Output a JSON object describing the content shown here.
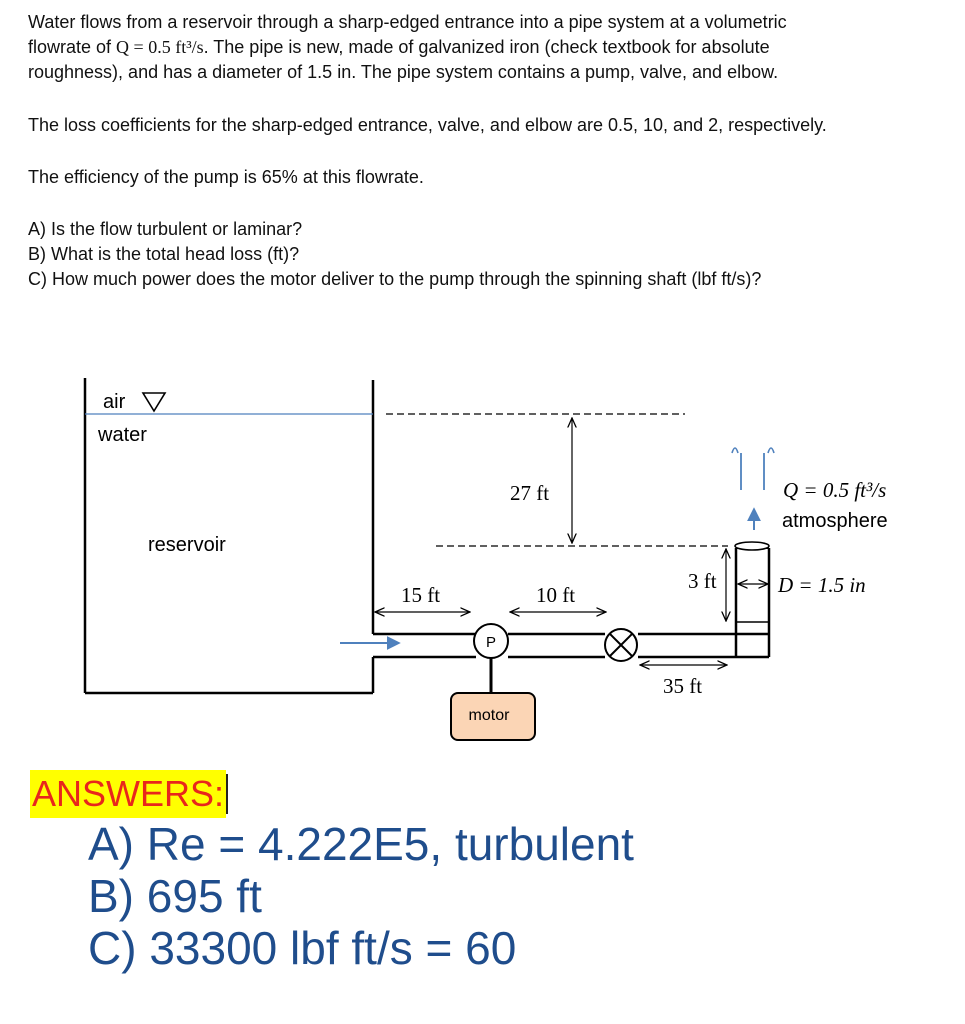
{
  "problem": {
    "intro_a": "Water flows from a reservoir through a sharp-edged entrance into a pipe system at a volumetric",
    "intro_b_prefix": "flowrate of ",
    "intro_b_formula": "Q = 0.5 ft³/s",
    "intro_b_suffix": ". The pipe is new, made of galvanized iron (check textbook for absolute",
    "intro_c": "roughness), and has a diameter of 1.5 in. The pipe system contains a pump, valve, and elbow.",
    "loss_coefficients": "The loss coefficients for the sharp-edged entrance, valve, and elbow are 0.5, 10, and 2, respectively.",
    "efficiency": "The efficiency of the pump is 65% at this flowrate.",
    "questions": [
      "A) Is the flow turbulent or laminar?",
      "B) What is the total head loss (ft)?",
      "C) How much power does the motor deliver to the pump through the spinning shaft (lbf ft/s)?"
    ]
  },
  "diagram": {
    "air_label": "air",
    "water_label": "water",
    "reservoir_label": "reservoir",
    "dim_27": "27 ft",
    "dim_15": "15 ft",
    "dim_10": "10 ft",
    "dim_3": "3 ft",
    "dim_35": "35 ft",
    "pump_label": "P",
    "motor_label": "motor",
    "flow_label": "Q = 0.5 ft³/s",
    "atmosphere_label": "atmosphere",
    "diameter_label": "D = 1.5 in",
    "colors": {
      "line": "#000000",
      "water_surface": "#4f81bd",
      "flow_arrow": "#4f81bd",
      "motor_fill": "#fbd5b5"
    }
  },
  "answers": {
    "label": "ANSWERS:",
    "a": "A) Re = 4.222E5, turbulent",
    "b": "B) 695 ft",
    "c": "C) 33300 lbf ft/s = 60"
  }
}
